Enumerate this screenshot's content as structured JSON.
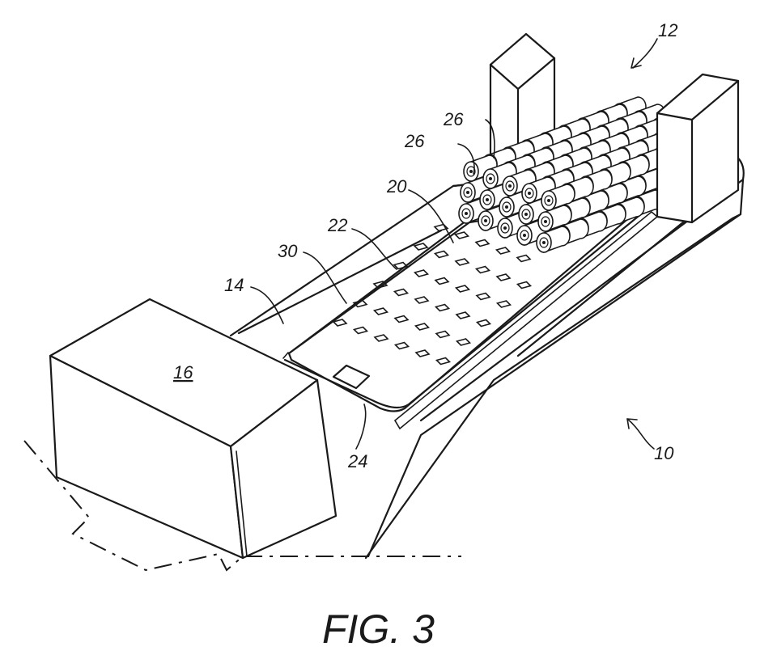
{
  "figure": {
    "caption": "FIG. 3",
    "labels": {
      "ref_10": "10",
      "ref_12": "12",
      "ref_14": "14",
      "ref_16": "16",
      "ref_20": "20",
      "ref_22": "22",
      "ref_24": "24",
      "ref_26a": "26",
      "ref_26b": "26",
      "ref_30": "30"
    }
  }
}
